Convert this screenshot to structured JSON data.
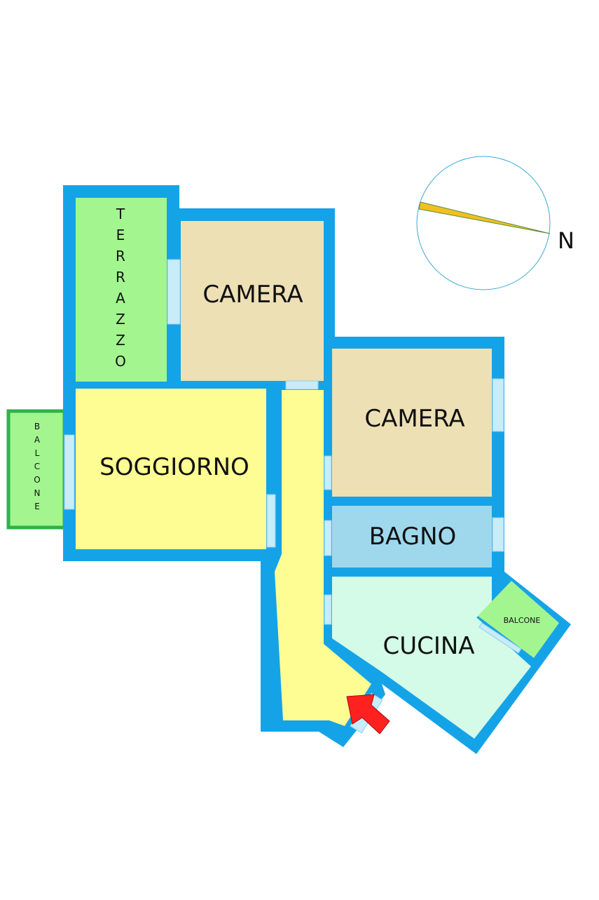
{
  "colors": {
    "wall": "#15a3e8",
    "camera": "#ede0b5",
    "soggiorno": "#fdfd93",
    "corridoio": "#fdfd93",
    "terrazzo": "#a3f590",
    "balcone": "#a3f590",
    "balcone_border": "#2db34a",
    "bagno": "#9fd8ec",
    "cucina": "#d3fbe8",
    "window": "#c8ecf8",
    "entrance_arrow": "#ff2020",
    "compass_needle": "#f0c020"
  },
  "rooms": {
    "terrazzo": "TERRAZZO",
    "camera_top": "CAMERA",
    "soggiorno": "SOGGIORNO",
    "balcone_left": "BALCONE",
    "camera_right": "CAMERA",
    "bagno": "BAGNO",
    "cucina": "CUCINA",
    "balcone_cucina": "BALCONE"
  },
  "compass": {
    "north_label": "N"
  }
}
